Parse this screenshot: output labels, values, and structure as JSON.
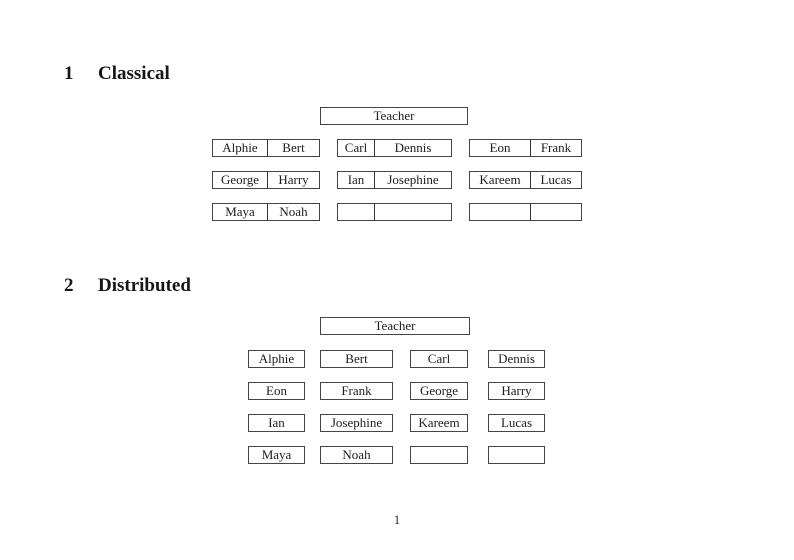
{
  "document": {
    "page_number": "1",
    "background_color": "#ffffff",
    "border_color": "#454545",
    "text_color": "#1c1c1c"
  },
  "sections": [
    {
      "heading_number": "1",
      "heading_title": "Classical",
      "teacher_label": "Teacher",
      "rows": [
        {
          "desks": [
            {
              "seats": [
                "Alphie",
                "Bert"
              ]
            },
            {
              "seats": [
                "Carl",
                "Dennis"
              ]
            },
            {
              "seats": [
                "Eon",
                "Frank"
              ]
            }
          ]
        },
        {
          "desks": [
            {
              "seats": [
                "George",
                "Harry"
              ]
            },
            {
              "seats": [
                "Ian",
                "Josephine"
              ]
            },
            {
              "seats": [
                "Kareem",
                "Lucas"
              ]
            }
          ]
        },
        {
          "desks": [
            {
              "seats": [
                "Maya",
                "Noah"
              ]
            },
            {
              "seats": [
                "",
                ""
              ]
            },
            {
              "seats": [
                "",
                ""
              ]
            }
          ]
        }
      ]
    },
    {
      "heading_number": "2",
      "heading_title": "Distributed",
      "teacher_label": "Teacher",
      "rows": [
        {
          "desks": [
            {
              "seats": [
                "Alphie"
              ]
            },
            {
              "seats": [
                "Bert"
              ]
            },
            {
              "seats": [
                "Carl"
              ]
            },
            {
              "seats": [
                "Dennis"
              ]
            }
          ]
        },
        {
          "desks": [
            {
              "seats": [
                "Eon"
              ]
            },
            {
              "seats": [
                "Frank"
              ]
            },
            {
              "seats": [
                "George"
              ]
            },
            {
              "seats": [
                "Harry"
              ]
            }
          ]
        },
        {
          "desks": [
            {
              "seats": [
                "Ian"
              ]
            },
            {
              "seats": [
                "Josephine"
              ]
            },
            {
              "seats": [
                "Kareem"
              ]
            },
            {
              "seats": [
                "Lucas"
              ]
            }
          ]
        },
        {
          "desks": [
            {
              "seats": [
                "Maya"
              ]
            },
            {
              "seats": [
                "Noah"
              ]
            },
            {
              "seats": [
                ""
              ]
            },
            {
              "seats": [
                ""
              ]
            }
          ]
        }
      ]
    }
  ]
}
